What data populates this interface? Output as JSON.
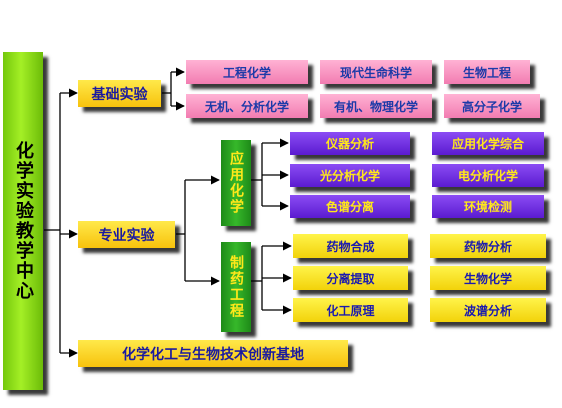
{
  "root": "化学实验教学中心",
  "categories": {
    "basic": "基础实验",
    "professional": "专业实验",
    "innovation": "化学化工与生物技术创新基地"
  },
  "basic_items": [
    "工程化学",
    "现代生命科学",
    "生物工程",
    "无机、分析化学",
    "有机、物理化学",
    "高分子化学"
  ],
  "professional_groups": {
    "applied": "应用化学",
    "pharma": "制药工程"
  },
  "applied_items": [
    "仪器分析",
    "应用化学综合",
    "光分析化学",
    "电分析化学",
    "色谱分离",
    "环境检测"
  ],
  "pharma_items": [
    "药物合成",
    "药物分析",
    "分离提取",
    "生物化学",
    "化工原理",
    "波谱分析"
  ],
  "colors": {
    "root_green": "#8fdc1a",
    "category_yellow": "#f7c20c",
    "pink": "#f27cb1",
    "purple": "#5b1bd0",
    "sub_green": "#2ea324"
  }
}
